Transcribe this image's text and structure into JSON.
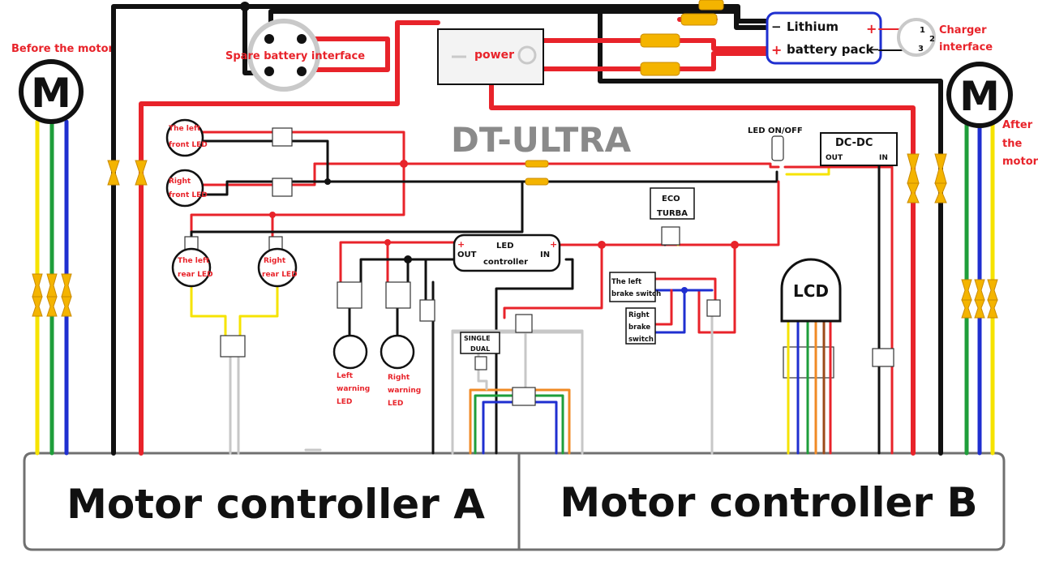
{
  "diagram": {
    "title": "DT-ULTRA",
    "motor_front": {
      "symbol": "M",
      "label": "Before the motor"
    },
    "motor_rear": {
      "symbol": "M",
      "label_lines": [
        "After",
        "the",
        "motor"
      ]
    },
    "spare_battery": {
      "label": "Spare battery interface"
    },
    "power_switch": {
      "label": "power"
    },
    "battery": {
      "line1": "Lithium",
      "line2": "battery pack",
      "minus": "−",
      "plus": "+"
    },
    "charger": {
      "label_lines": [
        "Charger",
        "interface"
      ],
      "pins": [
        "1",
        "2",
        "3"
      ],
      "plus": "+",
      "minus": "−"
    },
    "front_left_led": {
      "label_lines": [
        "The left",
        "front LED"
      ]
    },
    "front_right_led": {
      "label_lines": [
        "Right",
        "front LED"
      ]
    },
    "rear_left_led": {
      "label_lines": [
        "The left",
        "rear LED"
      ]
    },
    "rear_right_led": {
      "label_lines": [
        "Right",
        "rear LED"
      ]
    },
    "led_switch": {
      "label": "LED  ON/OFF"
    },
    "dcdc": {
      "label": "DC-DC",
      "out": "OUT",
      "in": "IN"
    },
    "led_controller": {
      "line1": "LED",
      "line2": "controller",
      "out": "OUT",
      "in": "IN",
      "plus": "+"
    },
    "eco_switch": {
      "line1": "ECO",
      "line2": "TURBA"
    },
    "left_warning_led": {
      "label_lines": [
        "Left",
        "warning",
        "LED"
      ]
    },
    "right_warning_led": {
      "label_lines": [
        "Right",
        "warning",
        "LED"
      ]
    },
    "single_dual": {
      "line1": "SINGLE",
      "line2": "DUAL"
    },
    "left_brake": {
      "label_lines": [
        "The left",
        "brake switch"
      ]
    },
    "right_brake": {
      "label_lines": [
        "Right",
        "brake",
        "switch"
      ]
    },
    "lcd": {
      "label": "LCD"
    },
    "controller_a": {
      "label": "Motor controller A"
    },
    "controller_b": {
      "label": "Motor controller B"
    }
  }
}
